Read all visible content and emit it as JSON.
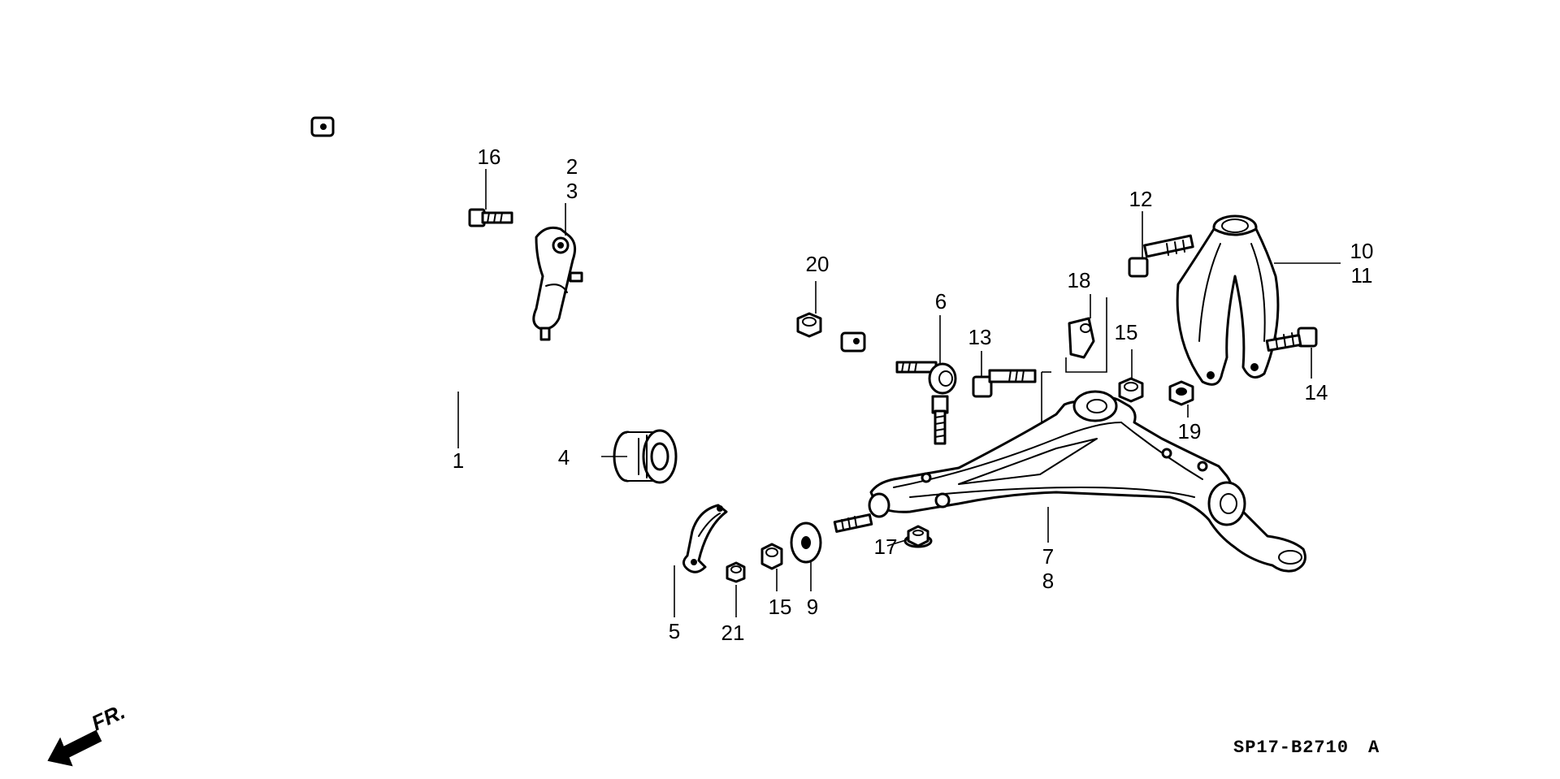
{
  "diagram": {
    "callouts": [
      "1",
      "2",
      "3",
      "4",
      "5",
      "6",
      "7",
      "8",
      "9",
      "10",
      "11",
      "12",
      "13",
      "14",
      "15",
      "15",
      "16",
      "17",
      "18",
      "19",
      "20",
      "21"
    ],
    "part_code": "SP17-B2710",
    "part_code_suffix": "A",
    "direction_label": "FR."
  }
}
